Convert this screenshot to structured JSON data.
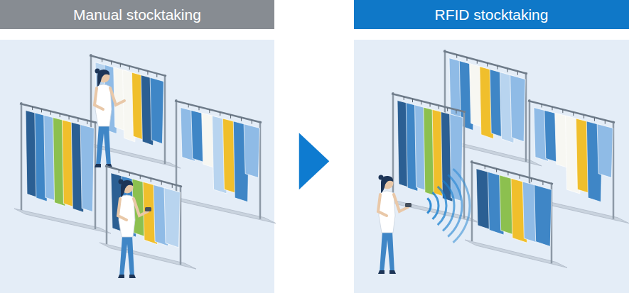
{
  "diagram": {
    "nodes": [
      {
        "text": [
          "Manual stocktaking"
        ]
      },
      {
        "text": [
          "RFID stocktaking"
        ]
      }
    ],
    "edges": [
      {
        "from": 0,
        "to": 1,
        "arrow": "to"
      }
    ]
  }
}
